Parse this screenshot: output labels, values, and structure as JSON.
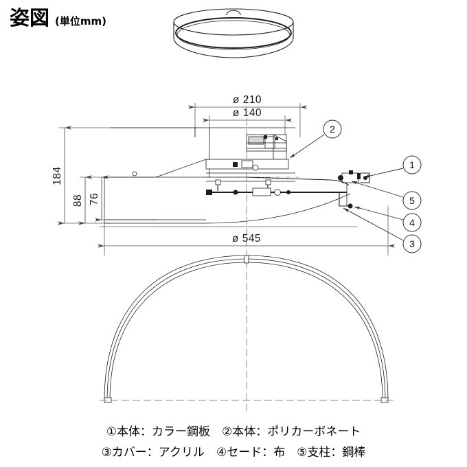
{
  "title": {
    "main": "姿図",
    "sub": "(単位mm)"
  },
  "dimensions": {
    "outer_top_diameter": "ø 210",
    "inner_top_diameter": "ø 140",
    "overall_height": "184",
    "body_height": "88",
    "shade_height": "76",
    "overall_diameter": "ø 545"
  },
  "callouts": [
    {
      "id": "1",
      "label": "1"
    },
    {
      "id": "2",
      "label": "2"
    },
    {
      "id": "3",
      "label": "3"
    },
    {
      "id": "4",
      "label": "4"
    },
    {
      "id": "5",
      "label": "5"
    }
  ],
  "legend": {
    "line1": "①本体：カラー鋼板　②本体：ポリカーボネート",
    "line2": "③カバー：アクリル　④セード：布　⑤支柱：鋼棒",
    "items": [
      {
        "marker": "①",
        "part": "本体",
        "material": "カラー鋼板"
      },
      {
        "marker": "②",
        "part": "本体",
        "material": "ポリカーボネート"
      },
      {
        "marker": "③",
        "part": "カバー",
        "material": "アクリル"
      },
      {
        "marker": "④",
        "part": "セード",
        "material": "布"
      },
      {
        "marker": "⑤",
        "part": "支柱",
        "material": "鋼棒"
      }
    ]
  },
  "colors": {
    "line": "#1c1c1c",
    "dimension_line": "#4a4a4a",
    "centerline": "#8a8a8a",
    "background": "#ffffff"
  }
}
